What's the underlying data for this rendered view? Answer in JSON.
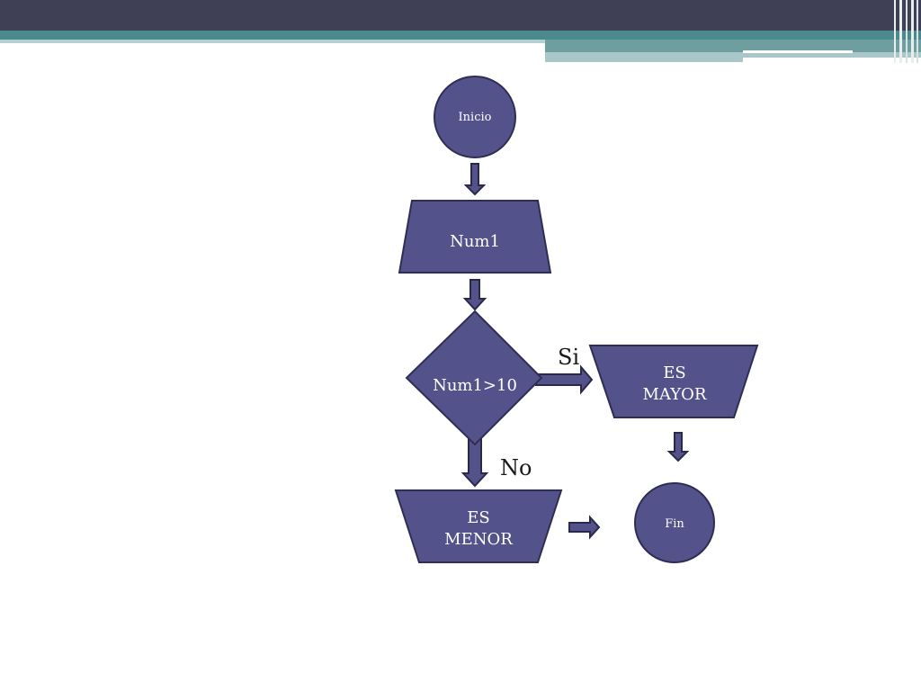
{
  "colors": {
    "node_fill": "#54528a",
    "node_stroke": "#2f2e52",
    "arrow_fill": "#54528a",
    "arrow_stroke": "#2a2948",
    "header_dark": "#3f3f55",
    "header_teal": "#4a8a8c",
    "header_light": "#a9c7c9",
    "background": "#ffffff"
  },
  "diagram": {
    "nodes": {
      "start": {
        "label": "Inicio",
        "shape": "circle"
      },
      "input": {
        "label": "Num1",
        "shape": "trapezoid"
      },
      "decision": {
        "label": "Num1>10",
        "shape": "diamond"
      },
      "greater": {
        "label_line1": "ES",
        "label_line2": "MAYOR",
        "shape": "inverted-trapezoid"
      },
      "lesser": {
        "label_line1": "ES",
        "label_line2": "MENOR",
        "shape": "inverted-trapezoid"
      },
      "end": {
        "label": "Fin",
        "shape": "circle"
      }
    },
    "edges": {
      "yes_label": "Si",
      "no_label": "No"
    }
  }
}
